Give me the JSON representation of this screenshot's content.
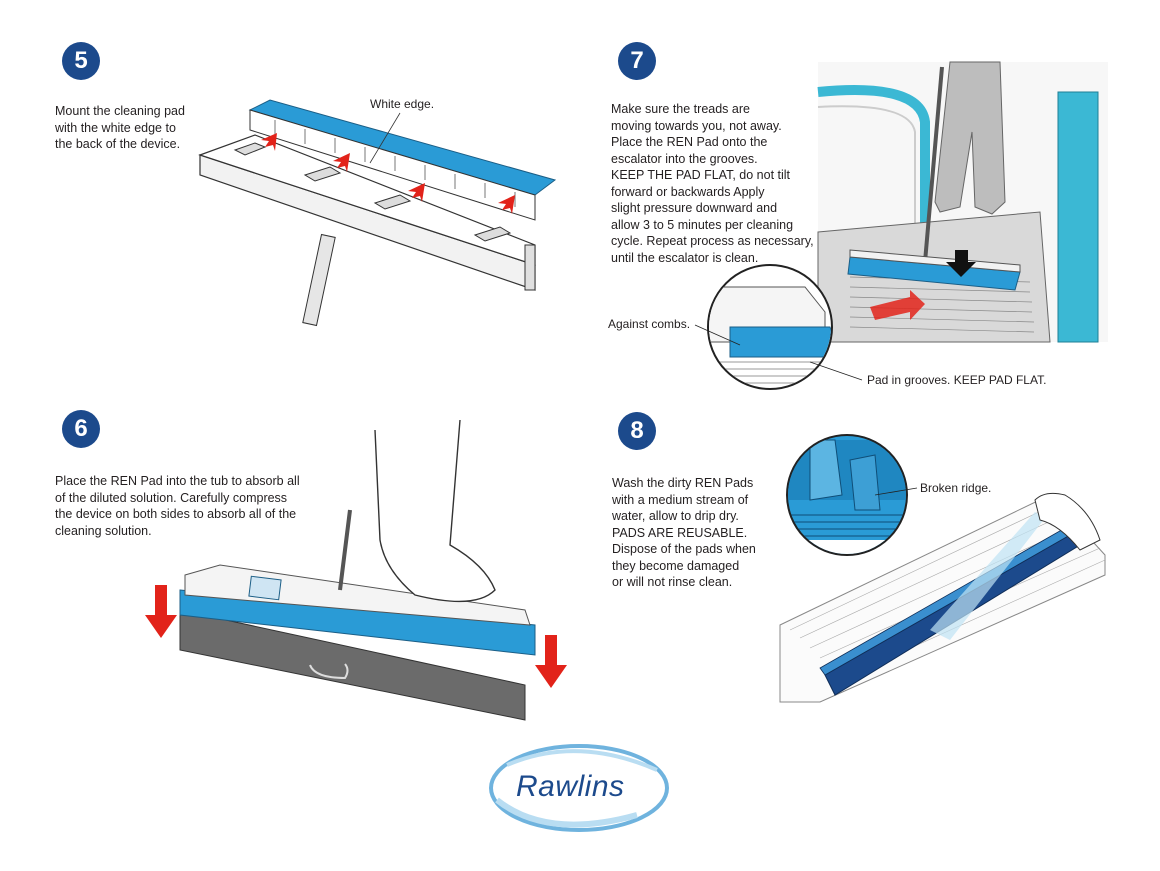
{
  "steps": [
    {
      "number": "5",
      "text": "Mount the cleaning pad\nwith the white edge to\nthe back of the device.",
      "callouts": [
        "White edge."
      ]
    },
    {
      "number": "7",
      "text": "Make sure the treads are\nmoving towards you, not away.\nPlace the REN Pad onto the\nescalator into the grooves.\nKEEP THE PAD FLAT, do not tilt\nforward or backwards Apply\nslight pressure  downward and\nallow 3 to 5 minutes per cleaning\ncycle. Repeat process as necessary,\nuntil the escalator is clean.",
      "callouts": [
        "Against combs.",
        "Pad in grooves. KEEP PAD FLAT."
      ]
    },
    {
      "number": "6",
      "text": "Place the REN Pad into the tub to absorb all\nof the diluted solution. Carefully compress\nthe device on both sides to absorb all of the\ncleaning solution.",
      "callouts": []
    },
    {
      "number": "8",
      "text": "Wash the dirty REN Pads\nwith a medium stream of\nwater, allow to drip dry.\nPADS ARE REUSABLE.\nDispose of the pads when\nthey become damaged\nor will not rinse clean.",
      "callouts": [
        "Broken ridge."
      ]
    }
  ],
  "logo": {
    "text": "Rawlins"
  },
  "colors": {
    "badge": "#1c4a8c",
    "pad_blue": "#2a9bd6",
    "arrow_red": "#e2231a",
    "escalator_teal": "#3bb8d4"
  }
}
